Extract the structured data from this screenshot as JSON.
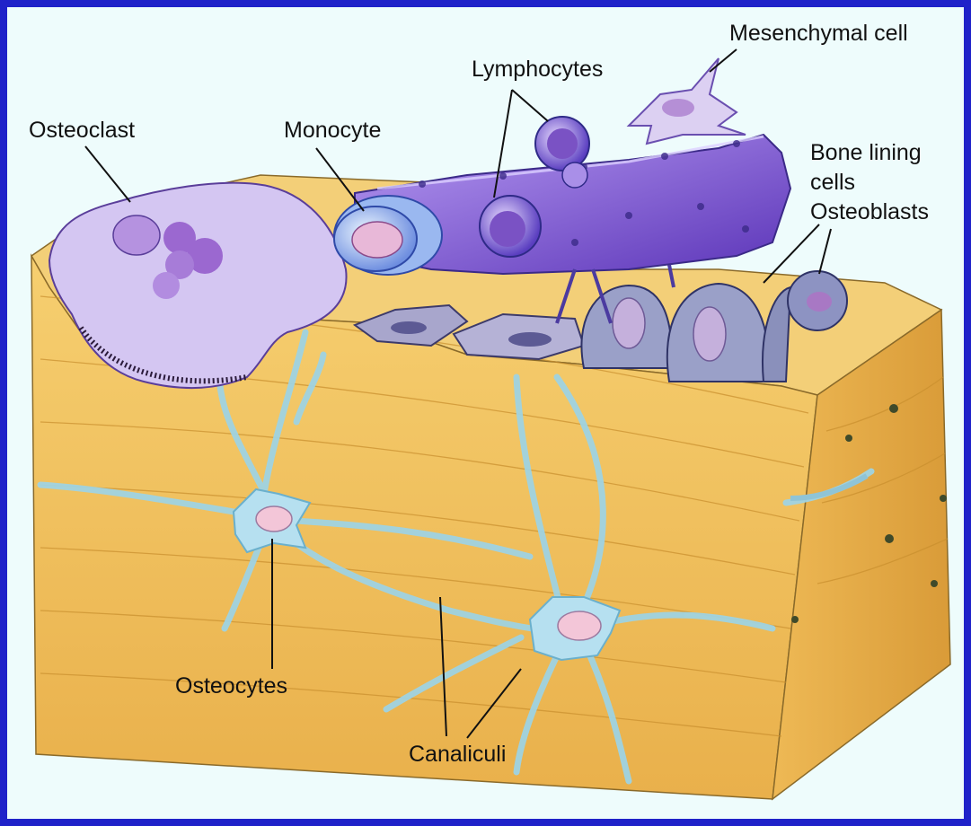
{
  "labels": {
    "osteoclast": "Osteoclast",
    "monocyte": "Monocyte",
    "lymphocytes": "Lymphocytes",
    "mesenchymal_cell": "Mesenchymal cell",
    "bone_lining_line1": "Bone lining",
    "bone_lining_line2": "cells",
    "osteoblasts": "Osteoblasts",
    "osteocytes": "Osteocytes",
    "canaliculi": "Canaliculi"
  },
  "colors": {
    "frame": "#1f22c9",
    "panel": "#eefcfc",
    "bone": "#f2c15c",
    "bone_side": "#e6ad45",
    "osteoclast": "#c7b6f0",
    "vessel": "#7a4fd1",
    "osteocyte": "#a9d9ec"
  }
}
